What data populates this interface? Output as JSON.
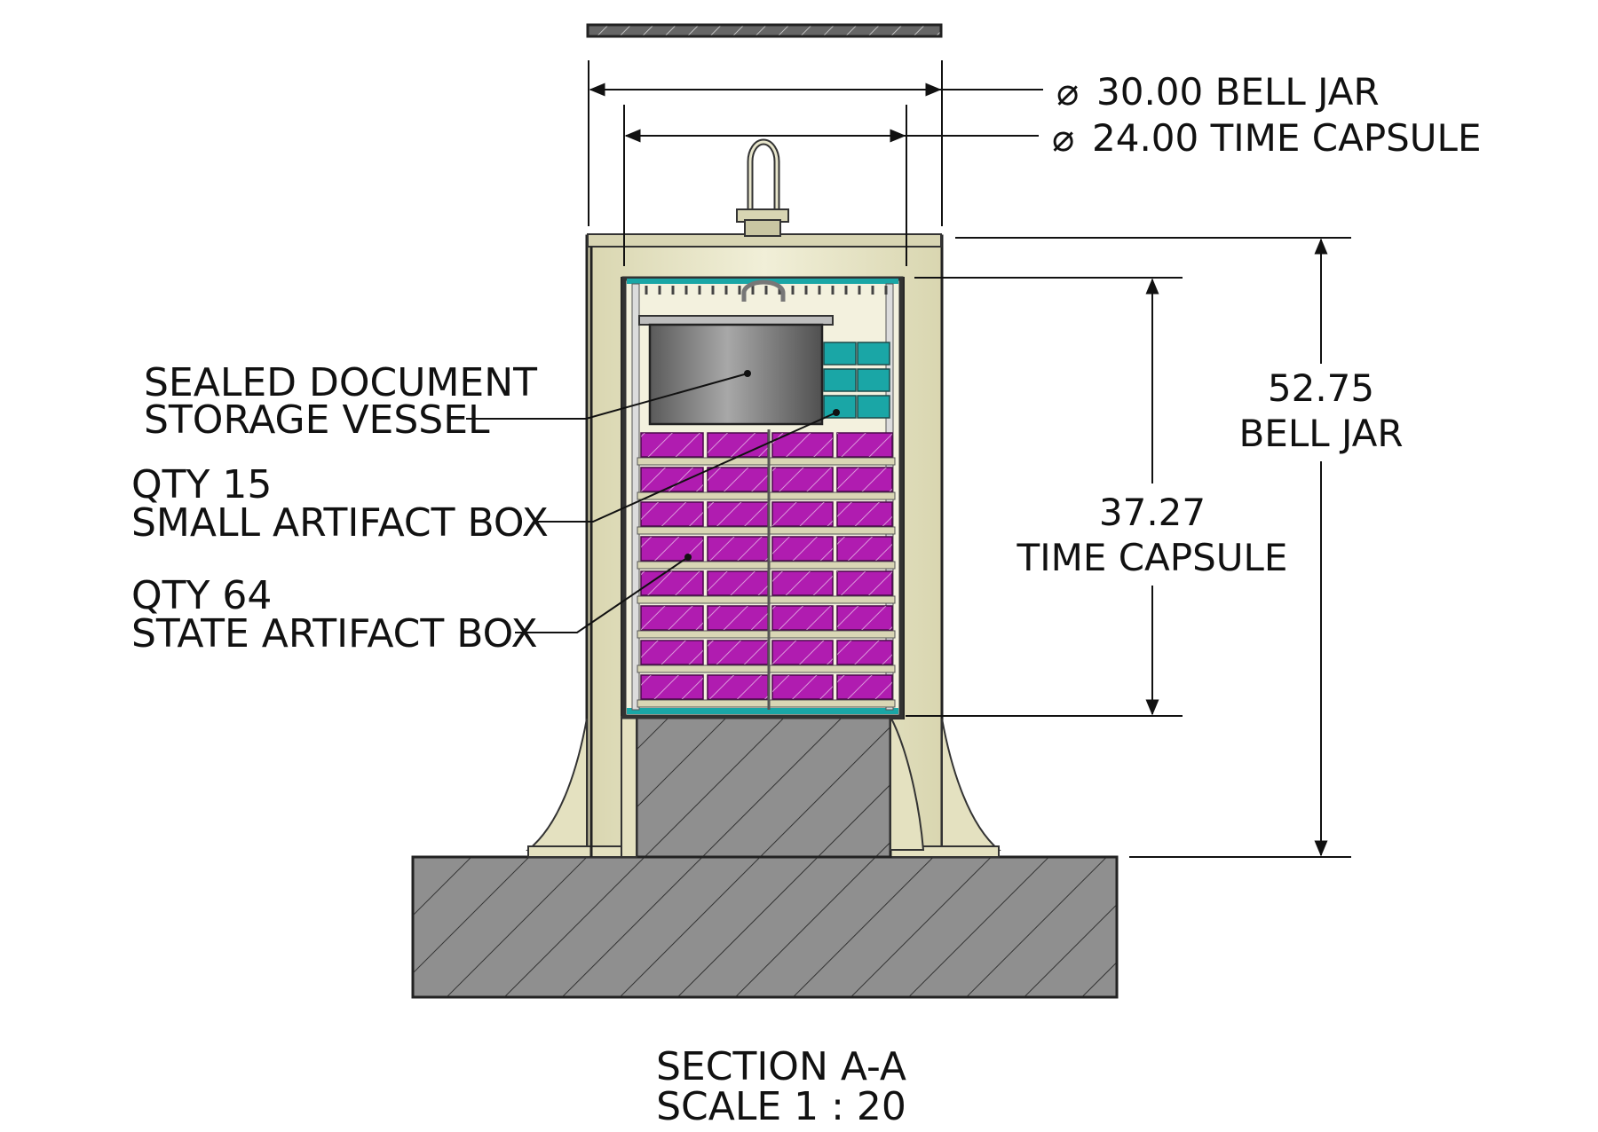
{
  "dimensions": {
    "bell_jar_diameter": {
      "symbol": "⌀",
      "text": "30.00 BELL JAR"
    },
    "time_capsule_diameter": {
      "symbol": "⌀",
      "text": "24.00 TIME CAPSULE"
    },
    "bell_jar_height": {
      "value": "52.75",
      "label": "BELL JAR"
    },
    "time_capsule_height": {
      "value": "37.27",
      "label": "TIME CAPSULE"
    }
  },
  "callouts": {
    "document_vessel": {
      "line1": "SEALED DOCUMENT",
      "line2": "STORAGE VESSEL"
    },
    "small_artifact_box": {
      "line1": "QTY 15",
      "line2": "SMALL ARTIFACT BOX"
    },
    "state_artifact_box": {
      "line1": "QTY 64",
      "line2": "STATE ARTIFACT BOX"
    }
  },
  "title": {
    "line1": "SECTION A-A",
    "line2": "SCALE 1 : 20"
  },
  "colors": {
    "bell_jar_fill": "#e7e5c6",
    "section_hatch_fill": "#8f8f8f",
    "state_box": "#b01cb0",
    "small_box": "#1aa6a6",
    "vessel": "#777777"
  }
}
